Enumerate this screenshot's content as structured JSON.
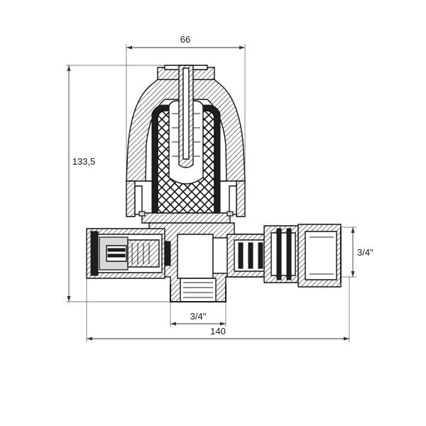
{
  "drawing": {
    "dimensions": {
      "top_width": "66",
      "height": "133,5",
      "bottom_inlet": "3/4\"",
      "side_outlet": "3/4\"",
      "total_length": "140"
    }
  }
}
